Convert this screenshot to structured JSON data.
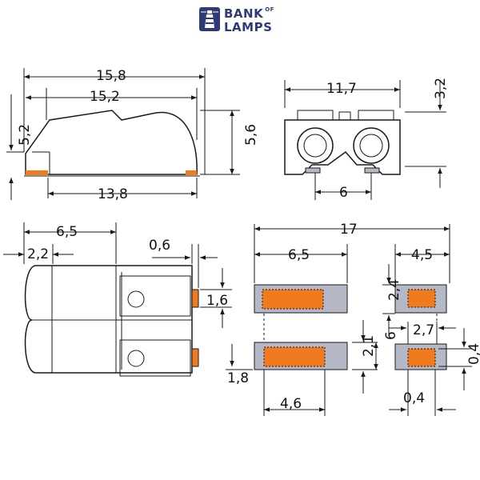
{
  "logo": {
    "line1": "BANK",
    "of": "OF",
    "line2": "LAMPS",
    "color": "#2f3a78"
  },
  "colors": {
    "line": "#1a1a1a",
    "contact": "#f07a1e",
    "pad_gray": "#b5b8c7"
  },
  "dims": {
    "side_total_length": "15,8",
    "side_body_length": "15,2",
    "side_left_height": "5,2",
    "side_right_height": "5,6",
    "side_base_length": "13,8",
    "front_width": "11,7",
    "front_top_height": "3,2",
    "front_pitch": "6",
    "top_length": "6,5",
    "top_offset": "2,2",
    "top_tab_width": "0,6",
    "top_tab_height": "1,6",
    "pad_total_width": "17",
    "pad_left_width": "6,5",
    "pad_right_width": "4,5",
    "pad_small_height": "2,4",
    "pad_small_gap": "2,7",
    "pad_pitch": "6",
    "pad_large_height": "2,1",
    "pad_base_offset": "1,8",
    "pad_inner_width": "4,6",
    "pad_small_width": "0,4",
    "pad_small_height2": "0,4"
  }
}
